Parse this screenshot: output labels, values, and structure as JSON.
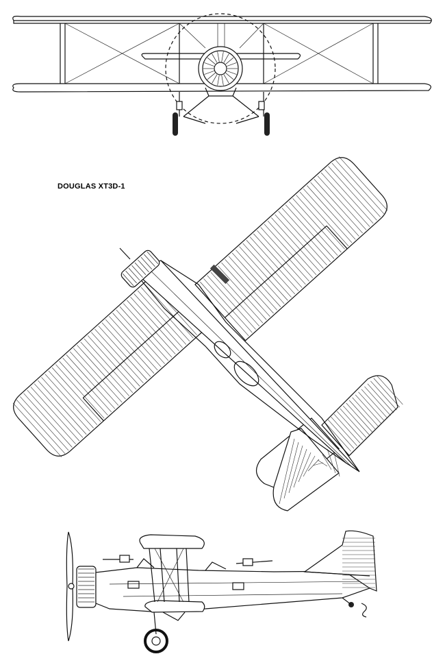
{
  "drawing": {
    "title": "DOUGLAS XT3D-1",
    "views": [
      "front-view",
      "top-view",
      "side-view"
    ]
  },
  "colors": {
    "line": "#111111",
    "background": "#ffffff"
  }
}
